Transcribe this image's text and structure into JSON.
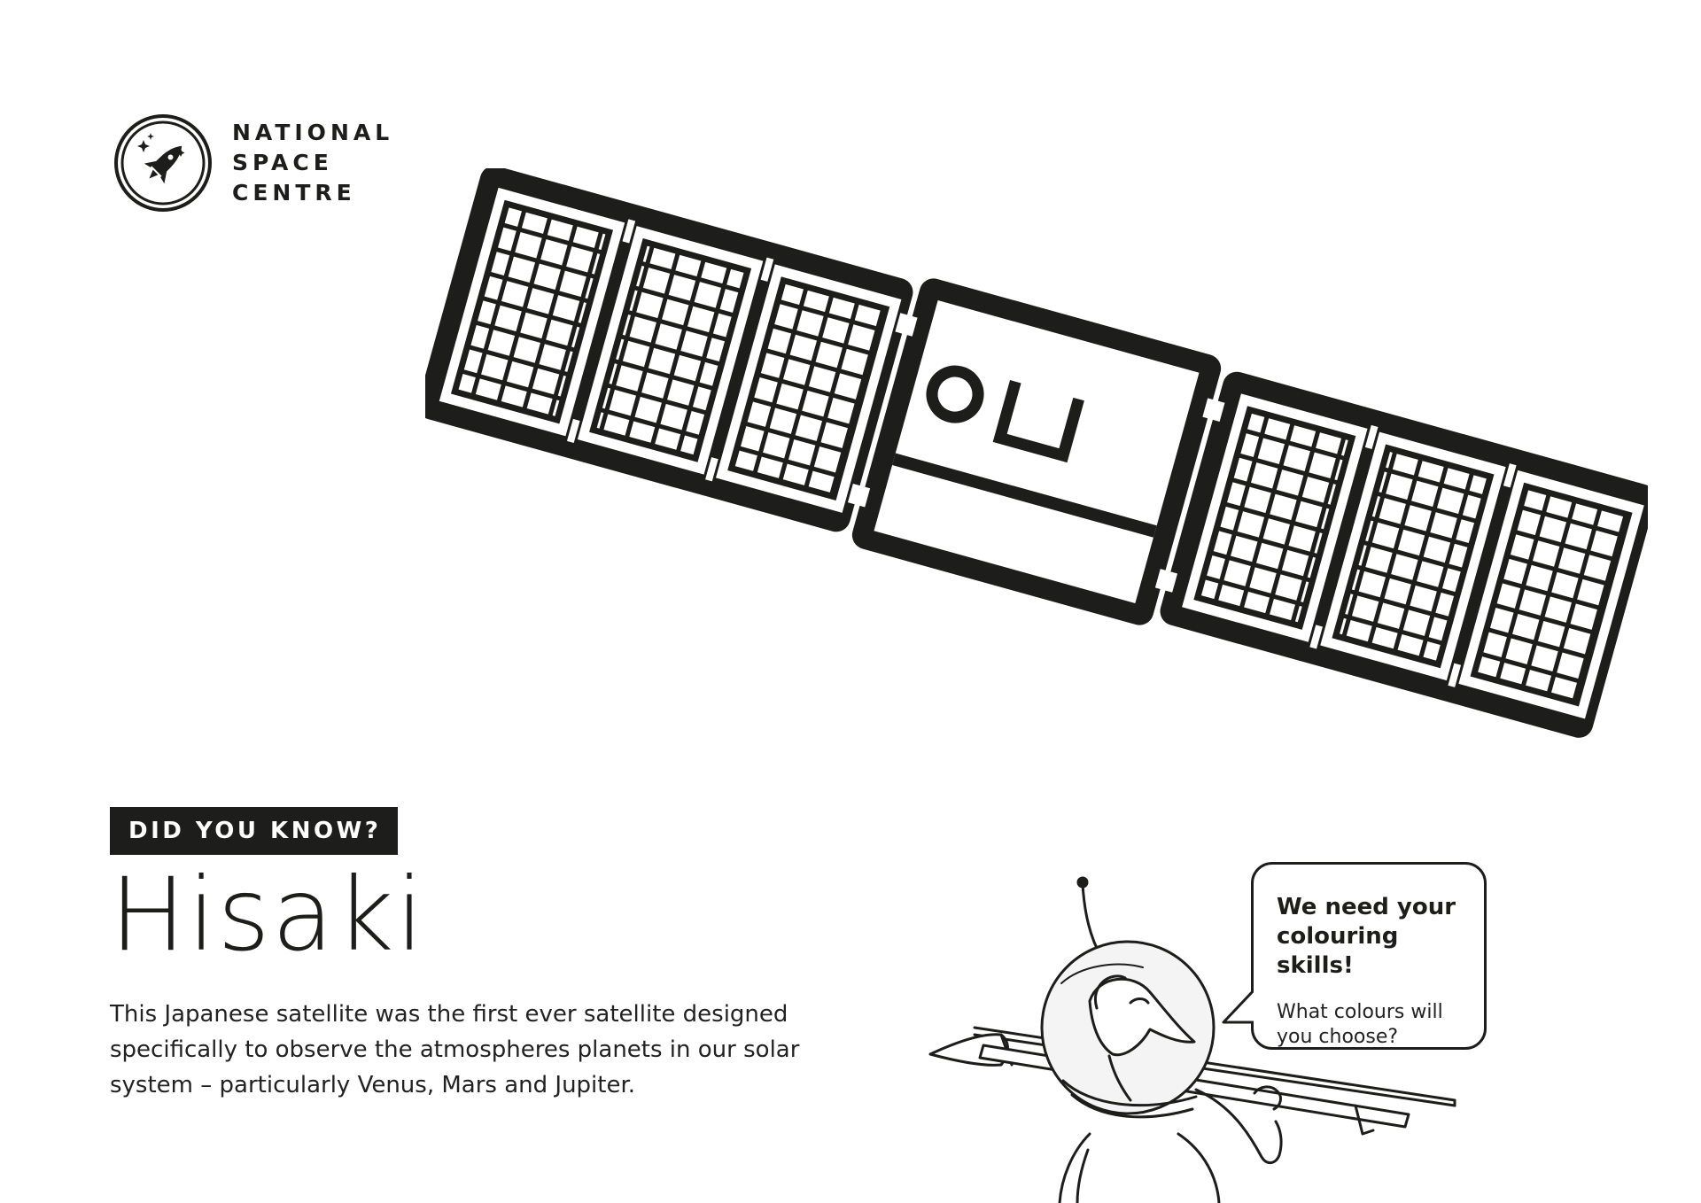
{
  "logo": {
    "lines": [
      "NATIONAL",
      "SPACE",
      "CENTRE"
    ],
    "emblem_icon": "rocket-emblem-icon"
  },
  "fact": {
    "badge": "DID YOU KNOW?",
    "title": "Hisaki",
    "body": "This Japanese satellite was the first ever satellite designed specifically to observe the atmospheres planets in our solar system – particularly Venus, Mars and Jupiter."
  },
  "speech_bubble": {
    "heading": "We need your colouring skills!",
    "question": "What colours will you choose?"
  },
  "illustrations": {
    "satellite": "satellite-outline-icon",
    "astronaut": "astronaut-with-paintbrush-icon"
  },
  "colors": {
    "ink": "#1d1d1b",
    "paper": "#ffffff"
  }
}
